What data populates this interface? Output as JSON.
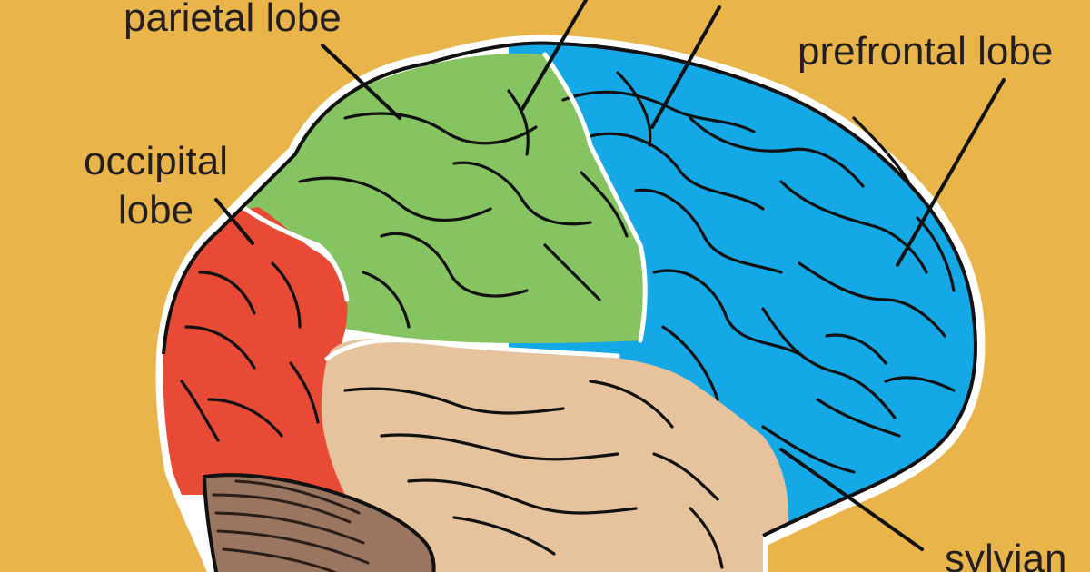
{
  "colors": {
    "background": "#e9b54a",
    "frontal_lobe": "#14a8e6",
    "parietal_lobe": "#86c461",
    "occipital_lobe": "#e94a35",
    "temporal_lobe": "#e6c39c",
    "cerebellum": "#9a7560",
    "outline": "#111111"
  },
  "labels": {
    "parietal": "parietal lobe",
    "prefrontal": "prefrontal lobe",
    "occipital_line1": "occipital",
    "occipital_line2": "lobe",
    "sylvian": "sylvian"
  }
}
